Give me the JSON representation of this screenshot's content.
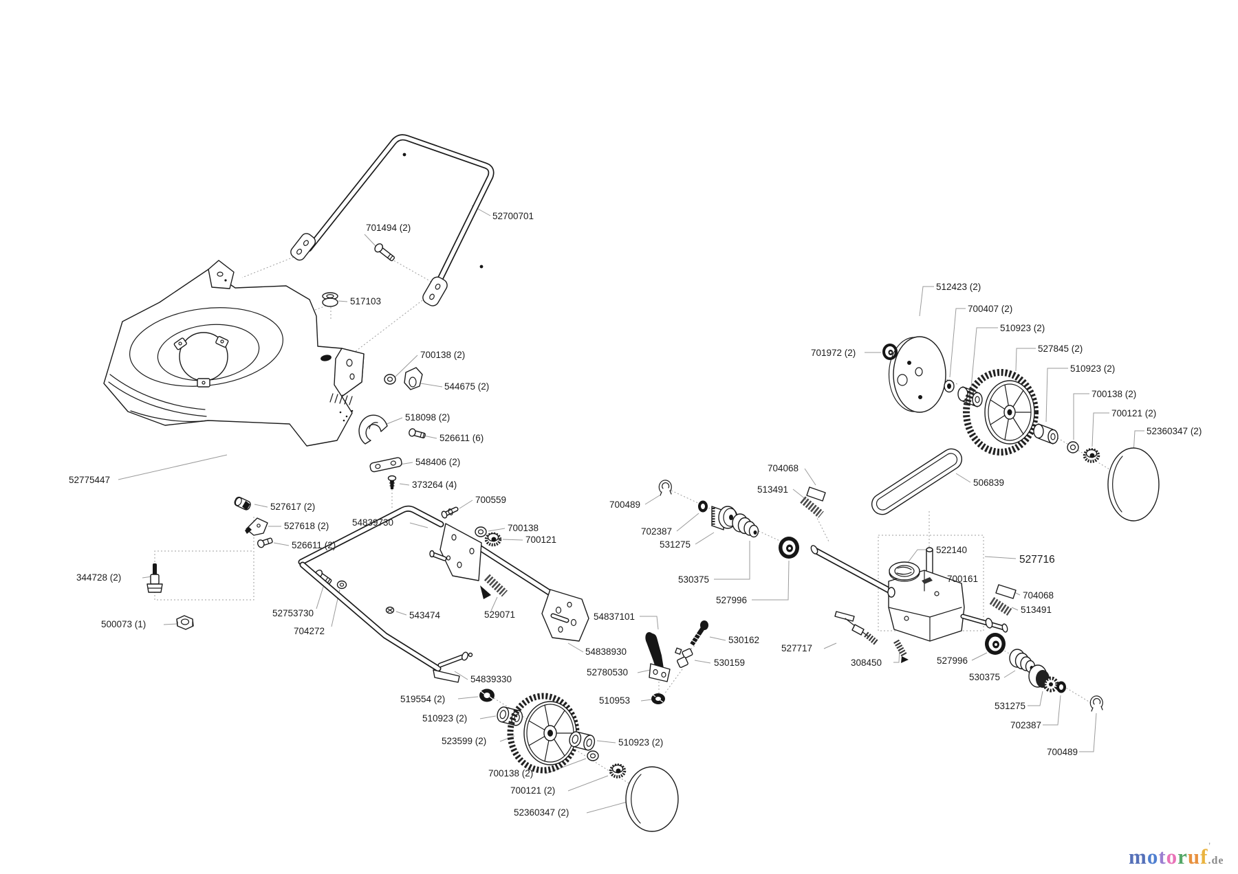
{
  "diagram": {
    "description": "Exploded parts diagram of a petrol lawn mower (deck, handlebars, wheels, transmission)",
    "labels": [
      {
        "text": "52700701"
      },
      {
        "text": "701494 (2)"
      },
      {
        "text": "517103"
      },
      {
        "text": "700138 (2)"
      },
      {
        "text": "544675 (2)"
      },
      {
        "text": "518098 (2)"
      },
      {
        "text": "526611 (6)"
      },
      {
        "text": "548406 (2)"
      },
      {
        "text": "373264 (4)"
      },
      {
        "text": "52775447"
      },
      {
        "text": "527617 (2)"
      },
      {
        "text": "527618 (2)"
      },
      {
        "text": "526611 (2)"
      },
      {
        "text": "344728 (2)"
      },
      {
        "text": "500073 (1)"
      },
      {
        "text": "52753730"
      },
      {
        "text": "704272"
      },
      {
        "text": "700559"
      },
      {
        "text": "54839730"
      },
      {
        "text": "700138"
      },
      {
        "text": "700121"
      },
      {
        "text": "543474"
      },
      {
        "text": "529071"
      },
      {
        "text": "54837101"
      },
      {
        "text": "530162"
      },
      {
        "text": "530159"
      },
      {
        "text": "54838930"
      },
      {
        "text": "52780530"
      },
      {
        "text": "510953"
      },
      {
        "text": "54839330"
      },
      {
        "text": "519554 (2)"
      },
      {
        "text": "510923 (2)"
      },
      {
        "text": "523599 (2)"
      },
      {
        "text": "510923 (2)"
      },
      {
        "text": "700138 (2)"
      },
      {
        "text": "700121 (2)"
      },
      {
        "text": "52360347 (2)"
      },
      {
        "text": "512423 (2)"
      },
      {
        "text": "700407 (2)"
      },
      {
        "text": "510923 (2)"
      },
      {
        "text": "527845 (2)"
      },
      {
        "text": "510923 (2)"
      },
      {
        "text": "700138 (2)"
      },
      {
        "text": "700121 (2)"
      },
      {
        "text": "52360347 (2)"
      },
      {
        "text": "701972 (2)"
      },
      {
        "text": "506839"
      },
      {
        "text": "704068"
      },
      {
        "text": "513491"
      },
      {
        "text": "700489"
      },
      {
        "text": "702387"
      },
      {
        "text": "531275"
      },
      {
        "text": "530375"
      },
      {
        "text": "527996"
      },
      {
        "text": "522140"
      },
      {
        "text": "700161"
      },
      {
        "text": "527716"
      },
      {
        "text": "704068"
      },
      {
        "text": "513491"
      },
      {
        "text": "527717"
      },
      {
        "text": "308450"
      },
      {
        "text": "527996"
      },
      {
        "text": "530375"
      },
      {
        "text": "531275"
      },
      {
        "text": "702387"
      },
      {
        "text": "700489"
      }
    ],
    "line_color": "#1a1a1a",
    "leader_color": "#9a9a9a"
  },
  "watermark": {
    "letters": [
      {
        "ch": "m",
        "color": "#5570b8"
      },
      {
        "ch": "o",
        "color": "#4f7fd0"
      },
      {
        "ch": "t",
        "color": "#9b7fd0"
      },
      {
        "ch": "o",
        "color": "#e873b8"
      },
      {
        "ch": "r",
        "color": "#55a868"
      },
      {
        "ch": "u",
        "color": "#e8913f"
      },
      {
        "ch": "f",
        "color": "#eab33f"
      }
    ],
    "tick": "’",
    "suffix": ".de",
    "suffix_color": "#8a8a8a"
  }
}
